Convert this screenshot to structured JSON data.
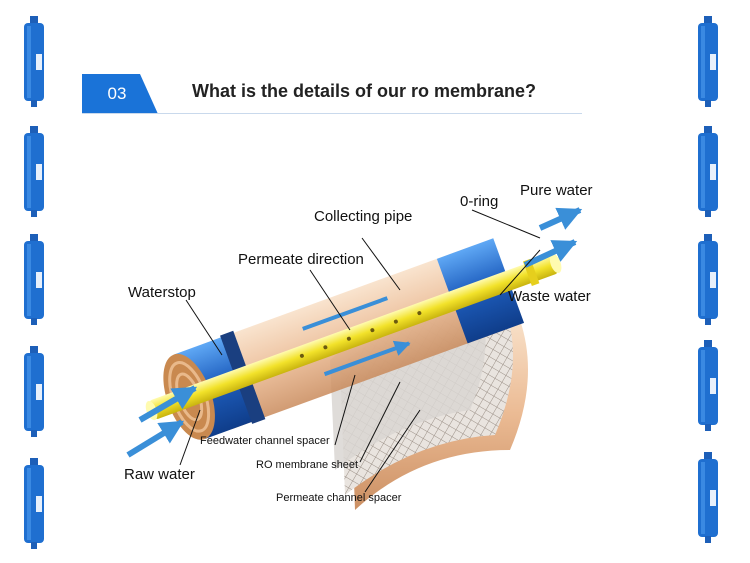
{
  "header": {
    "number": "03",
    "title": "What is the details of our ro membrane?"
  },
  "colors": {
    "accent": "#1a73d8",
    "membrane_blue": "#1f5fbf",
    "pipe_yellow": "#f2e22a",
    "arrow_blue": "#3a8fd8"
  },
  "side_decorations": {
    "icon": "ro-membrane-filter-icon"
  },
  "diagram": {
    "labels": {
      "pure_water": "Pure water",
      "o_ring": "0-ring",
      "collecting_pipe": "Collecting pipe",
      "permeate_direction": "Permeate direction",
      "waterstop": "Waterstop",
      "waste_water": "Waste water",
      "feedwater_spacer": "Feedwater channel spacer",
      "ro_sheet": "RO membrane sheet",
      "raw_water": "Raw water",
      "permeate_spacer": "Permeate channel spacer"
    }
  }
}
